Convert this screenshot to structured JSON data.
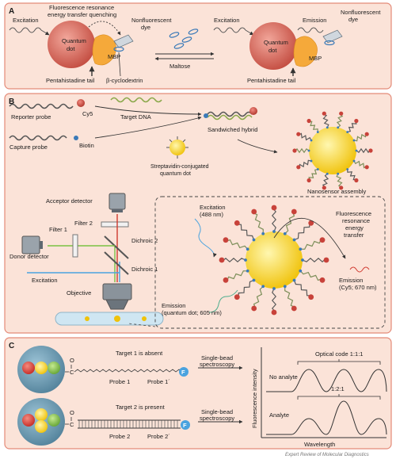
{
  "colors": {
    "panel_bg": "#fbe3d8",
    "panel_border": "#e48a78",
    "quantum_dot": "#d9675a",
    "mbp": "#f5a93a",
    "nanosensor_core": "#f6d51d",
    "bead": "#6d9bb3",
    "fluor_blue": "#4aa3df",
    "cy5_red": "#c8423a"
  },
  "panel_a": {
    "letter": "A",
    "left": {
      "excitation": "Excitation",
      "fret_quenching_1": "Fluorescence resonance",
      "fret_quenching_2": "energy transfer quenching",
      "nonfluor_dye_1": "Nonfluorescent",
      "nonfluor_dye_2": "dye",
      "qd_1": "Quantum",
      "qd_2": "dot",
      "mbp": "MBP",
      "tail": "Pentahistadine tail",
      "cyclodextrin": "β-cyclodextrin"
    },
    "maltose": "Maltose",
    "right": {
      "excitation": "Excitation",
      "emission": "Emission",
      "nonfluor_dye_1": "Nonfluorescent",
      "nonfluor_dye_2": "dye",
      "qd_1": "Quantum",
      "qd_2": "dot",
      "mbp": "MBP",
      "tail": "Pentahistadine tail"
    }
  },
  "panel_b": {
    "letter": "B",
    "reporter_probe": "Reporter probe",
    "cy5": "Cy5",
    "target_dna": "Target DNA",
    "sandwiched_hybrid": "Sandwiched hybrid",
    "capture_probe": "Capture probe",
    "biotin": "Biotin",
    "strep_qd_1": "Streptavidin-conjugated",
    "strep_qd_2": "quantum dot",
    "nanosensor_assembly": "Nanosensor assembly",
    "acceptor_detector": "Acceptor detector",
    "filter_2": "Filter 2",
    "filter_1": "Filter 1",
    "dichroic_2": "Dichroic 2",
    "dichroic_1": "Dichroic 1",
    "donor_detector": "Donor detector",
    "excitation": "Excitation",
    "objective": "Objective",
    "excitation_488_1": "Excitation",
    "excitation_488_2": "(488 nm)",
    "fret_1": "Fluorescence",
    "fret_2": "resonance",
    "fret_3": "energy",
    "fret_4": "transfer",
    "emission_cy5_1": "Emission",
    "emission_cy5_2": "(Cy5; 670 nm)",
    "emission_qd_1": "Emission",
    "emission_qd_2": "(quantum dot; 605 nm)"
  },
  "panel_c": {
    "letter": "C",
    "row1": {
      "target": "Target 1 is absent",
      "probe_a": "Probe 1",
      "probe_b": "Probe 1´",
      "single_bead_1": "Single-bead",
      "single_bead_2": "spectroscopy",
      "state": "No analyte",
      "code": "Optical code 1:1:1"
    },
    "row2": {
      "target": "Target 2 is present",
      "probe_a": "Probe 2",
      "probe_b": "Probe 2´",
      "single_bead_1": "Single-bead",
      "single_bead_2": "spectroscopy",
      "state": "Analyte",
      "code": "1:2:1"
    },
    "fluor_glyph": "F",
    "carbonyl_o": "O",
    "carbonyl_c": "C",
    "y_axis": "Fluorescence intensity",
    "x_axis": "Wavelength"
  },
  "credit": "Expert Review of Molecular Diagnostics"
}
